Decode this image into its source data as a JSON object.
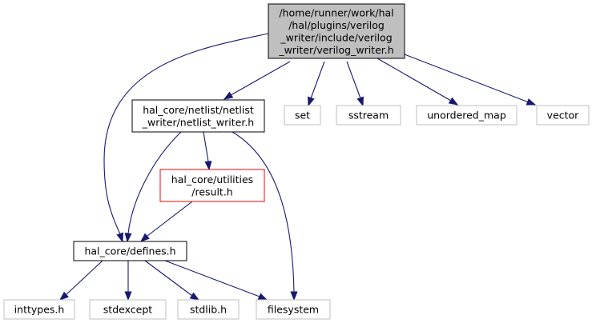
{
  "colors": {
    "edge": "#191970",
    "root_fill": "#bfbfbf",
    "root_border": "#000000",
    "node_border": "#000000",
    "missing_border": "#bfbfbf",
    "error_border": "#ff0000",
    "text": "#000000",
    "background": "#ffffff"
  },
  "nodes": [
    {
      "id": "root",
      "style": "root",
      "lines": [
        "/home/runner/work/hal",
        "/hal/plugins/verilog",
        "_writer/include/verilog",
        "_writer/verilog_writer.h"
      ]
    },
    {
      "id": "netlist_writer",
      "style": "normal",
      "lines": [
        "hal_core/netlist/netlist",
        "_writer/netlist_writer.h"
      ]
    },
    {
      "id": "set",
      "style": "missing",
      "lines": [
        "set"
      ]
    },
    {
      "id": "sstream",
      "style": "missing",
      "lines": [
        "sstream"
      ]
    },
    {
      "id": "unordered_map",
      "style": "missing",
      "lines": [
        "unordered_map"
      ]
    },
    {
      "id": "vector",
      "style": "missing",
      "lines": [
        "vector"
      ]
    },
    {
      "id": "result",
      "style": "error",
      "lines": [
        "hal_core/utilities",
        "/result.h"
      ]
    },
    {
      "id": "defines",
      "style": "normal",
      "lines": [
        "hal_core/defines.h"
      ]
    },
    {
      "id": "inttypes",
      "style": "missing",
      "lines": [
        "inttypes.h"
      ]
    },
    {
      "id": "stdexcept",
      "style": "missing",
      "lines": [
        "stdexcept"
      ]
    },
    {
      "id": "stdlib",
      "style": "missing",
      "lines": [
        "stdlib.h"
      ]
    },
    {
      "id": "filesystem",
      "style": "missing",
      "lines": [
        "filesystem"
      ]
    }
  ],
  "edges": [
    {
      "from": "root",
      "to": "defines"
    },
    {
      "from": "root",
      "to": "netlist_writer"
    },
    {
      "from": "root",
      "to": "set"
    },
    {
      "from": "root",
      "to": "sstream"
    },
    {
      "from": "root",
      "to": "unordered_map"
    },
    {
      "from": "root",
      "to": "vector"
    },
    {
      "from": "netlist_writer",
      "to": "defines"
    },
    {
      "from": "netlist_writer",
      "to": "result"
    },
    {
      "from": "netlist_writer",
      "to": "filesystem"
    },
    {
      "from": "result",
      "to": "defines"
    },
    {
      "from": "defines",
      "to": "inttypes"
    },
    {
      "from": "defines",
      "to": "stdexcept"
    },
    {
      "from": "defines",
      "to": "stdlib"
    },
    {
      "from": "defines",
      "to": "filesystem"
    }
  ]
}
